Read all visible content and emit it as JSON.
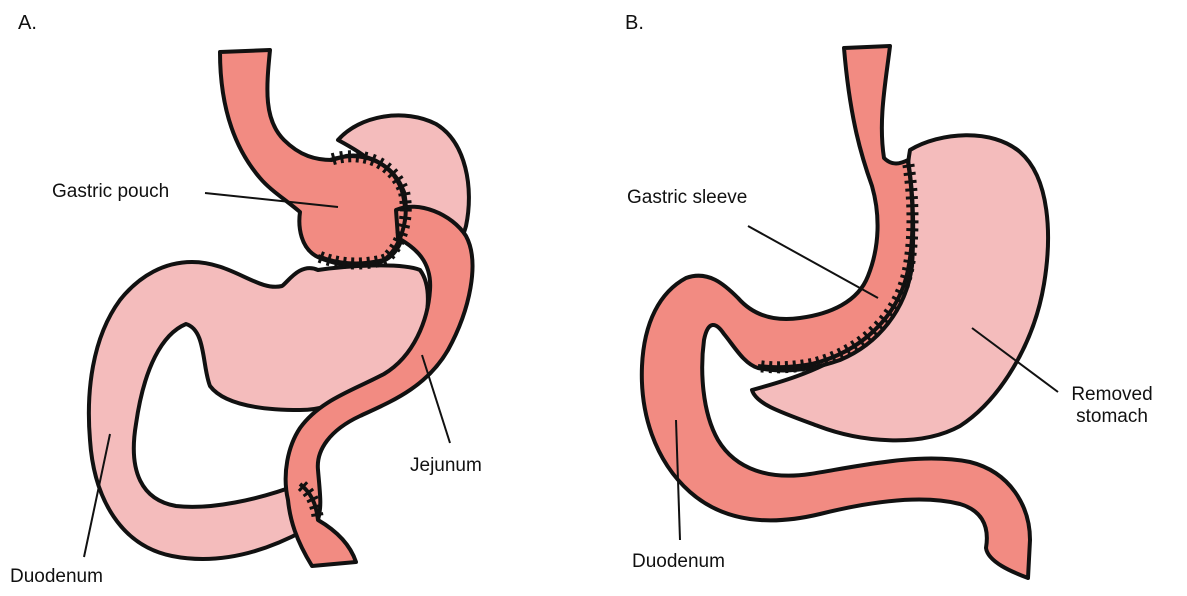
{
  "panels": [
    {
      "letter": "A.",
      "labels": {
        "gastric_pouch": "Gastric pouch",
        "jejunum": "Jejunum",
        "duodenum": "Duodenum"
      }
    },
    {
      "letter": "B.",
      "labels": {
        "gastric_sleeve": "Gastric sleeve",
        "removed_stomach": "Removed\nstomach",
        "duodenum": "Duodenum"
      }
    }
  ],
  "colors": {
    "active_tissue": "#f28b82",
    "bypassed_tissue": "#f4bcbc",
    "outline": "#111111"
  }
}
